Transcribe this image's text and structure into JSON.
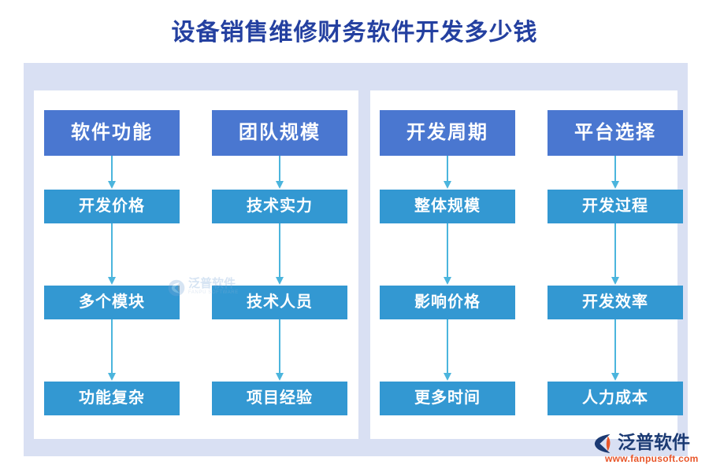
{
  "page": {
    "title": "设备销售维修财务软件开发多少钱",
    "title_color": "#2440a0",
    "background": "#ffffff",
    "panel_color": "#d9e0f3",
    "inner_panel_color": "#ffffff"
  },
  "theme": {
    "header_box_color": "#4a77d0",
    "step_box_color": "#3398d2",
    "arrow_color": "#4bb5dd",
    "box_text_color": "#ffffff"
  },
  "columns": [
    {
      "header": "软件功能",
      "steps": [
        "开发价格",
        "多个模块",
        "功能复杂"
      ]
    },
    {
      "header": "团队规模",
      "steps": [
        "技术实力",
        "技术人员",
        "项目经验"
      ]
    },
    {
      "header": "开发周期",
      "steps": [
        "整体规模",
        "影响价格",
        "更多时间"
      ]
    },
    {
      "header": "平台选择",
      "steps": [
        "开发过程",
        "开发效率",
        "人力成本"
      ]
    }
  ],
  "watermark": {
    "name": "泛普软件",
    "subtitle": "FANPU SOFTWARE"
  },
  "brand": {
    "name": "泛普软件",
    "url": "www.fanpusoft.com",
    "name_color": "#1b3a73",
    "url_color": "#e8562a"
  }
}
